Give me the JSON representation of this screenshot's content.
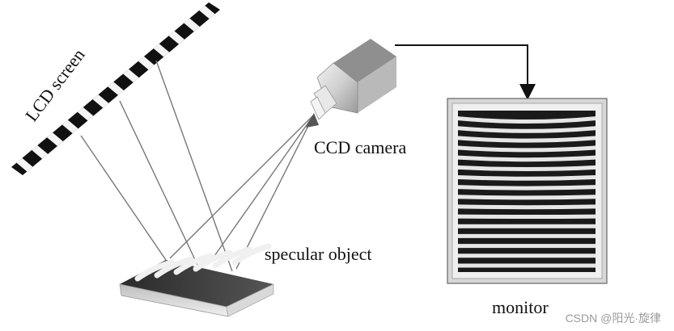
{
  "labels": {
    "lcd_screen": "LCD screen",
    "ccd_camera": "CCD camera",
    "specular_object": "specular object",
    "monitor": "monitor"
  },
  "watermark": "CSDN @阳光·旋律"
}
